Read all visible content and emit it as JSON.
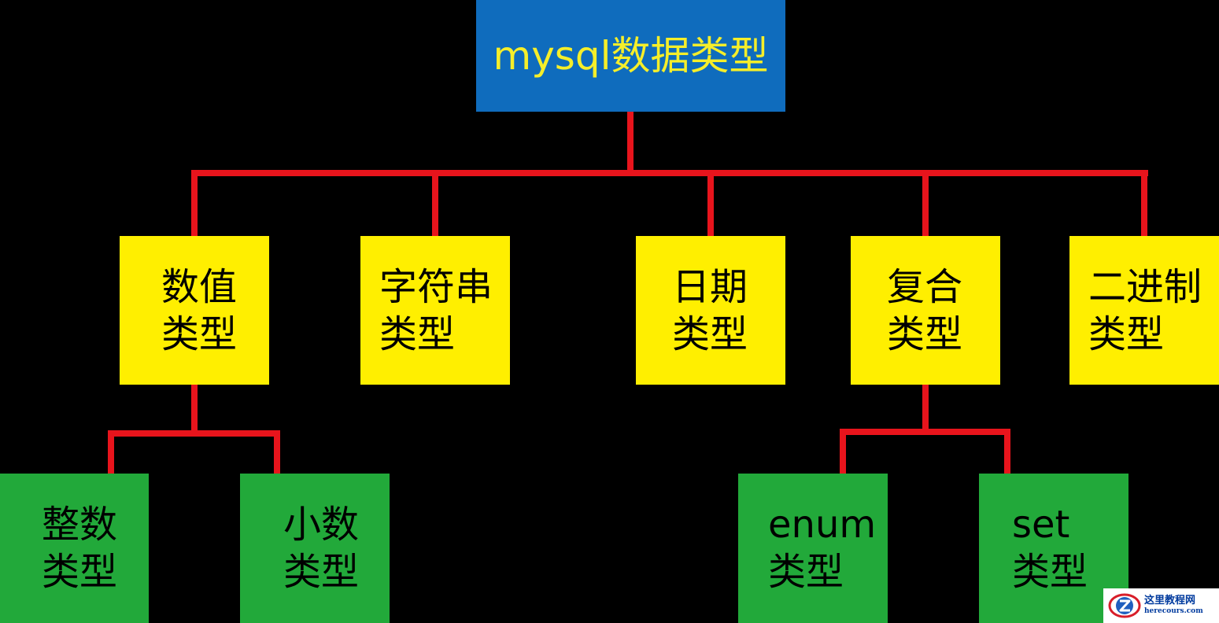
{
  "root": {
    "label": "mysql数据类型"
  },
  "categories": [
    {
      "line1": "数值",
      "line2": "类型"
    },
    {
      "line1": "字符串",
      "line2": "类型"
    },
    {
      "line1": "日期",
      "line2": "类型"
    },
    {
      "line1": "复合",
      "line2": "类型"
    },
    {
      "line1": "二进制",
      "line2": "类型"
    }
  ],
  "numeric_children": [
    {
      "line1": "整数",
      "line2": "类型"
    },
    {
      "line1": "小数",
      "line2": "类型"
    }
  ],
  "composite_children": [
    {
      "line1": "enum",
      "line2": "类型"
    },
    {
      "line1": "set",
      "line2": "类型"
    }
  ],
  "watermark": {
    "title": "这里教程网",
    "url": "herecours.com"
  },
  "colors": {
    "background": "#000000",
    "root_fill": "#0f6cbd",
    "root_text": "#f5ee2a",
    "category_fill": "#ffef00",
    "leaf_fill": "#22a93a",
    "connector": "#e8141c"
  }
}
